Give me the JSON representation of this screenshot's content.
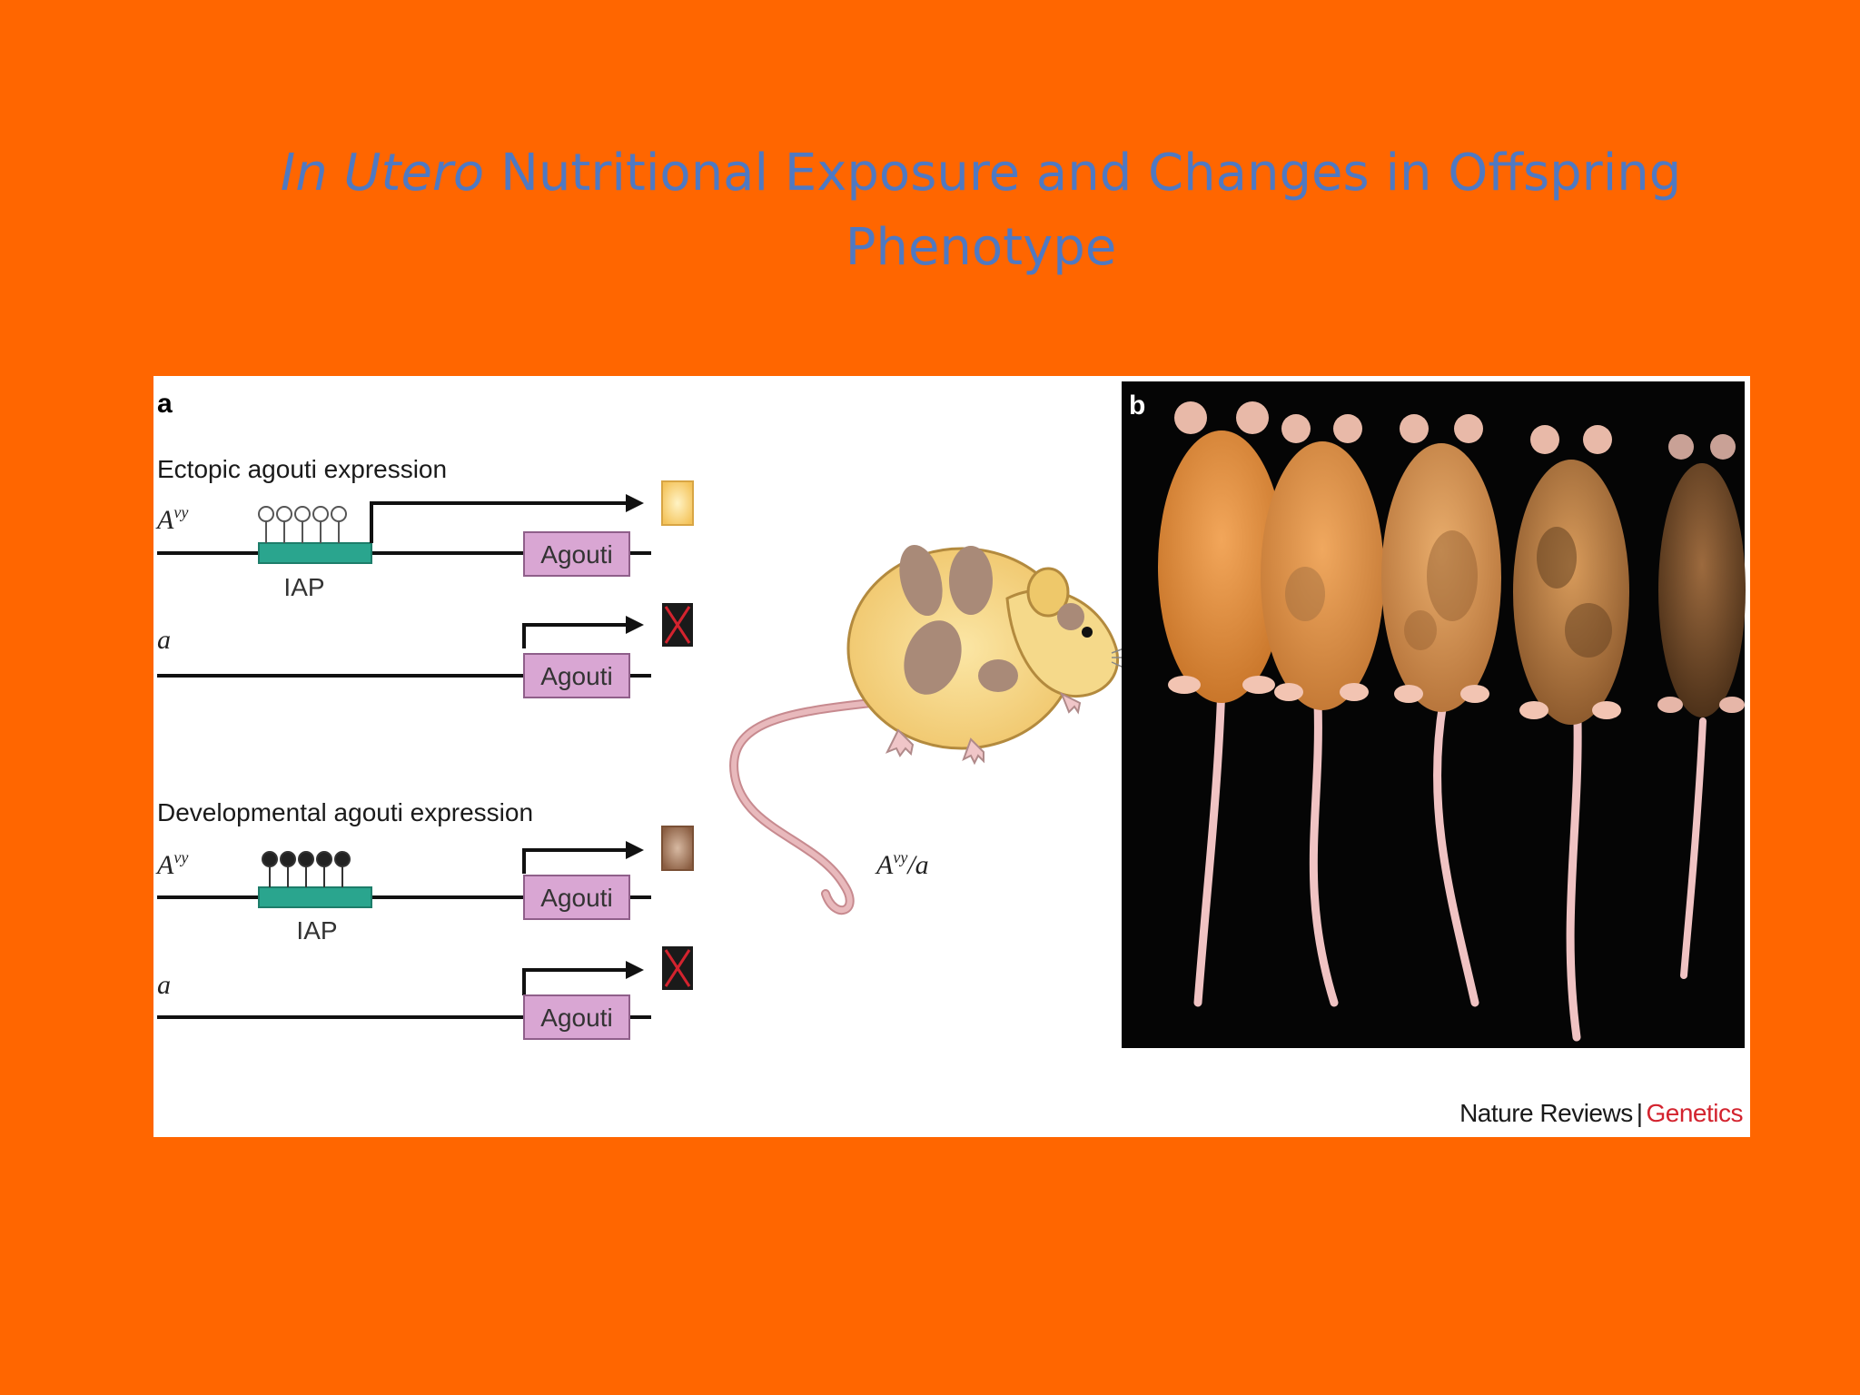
{
  "slide": {
    "title_italic": "In Utero",
    "title_rest": " Nutritional Exposure and Changes in Offspring Phenotype"
  },
  "figure": {
    "panel_a": {
      "letter": "a",
      "section1_heading": "Ectopic agouti expression",
      "section2_heading": "Developmental agouti expression",
      "allele_avy": "A",
      "allele_avy_sup": "vy",
      "allele_a": "a",
      "iap_label": "IAP",
      "gene_label": "Agouti",
      "mouse_genotype": "A",
      "mouse_genotype_sup": "vy",
      "mouse_genotype_suffix": "/a"
    },
    "panel_b": {
      "letter": "b"
    },
    "credit": {
      "journal": "Nature Reviews",
      "separator": "|",
      "section": "Genetics"
    }
  },
  "colors": {
    "background": "#ff6600",
    "title": "#4f79c2",
    "iap_box": "#2aa58e",
    "agouti_box": "#d9a6d3",
    "yellow_swatch": "#f8cf76",
    "brown_swatch": "#a27659",
    "mouse_body": "#f5d98a",
    "credit_accent": "#d3232e"
  }
}
